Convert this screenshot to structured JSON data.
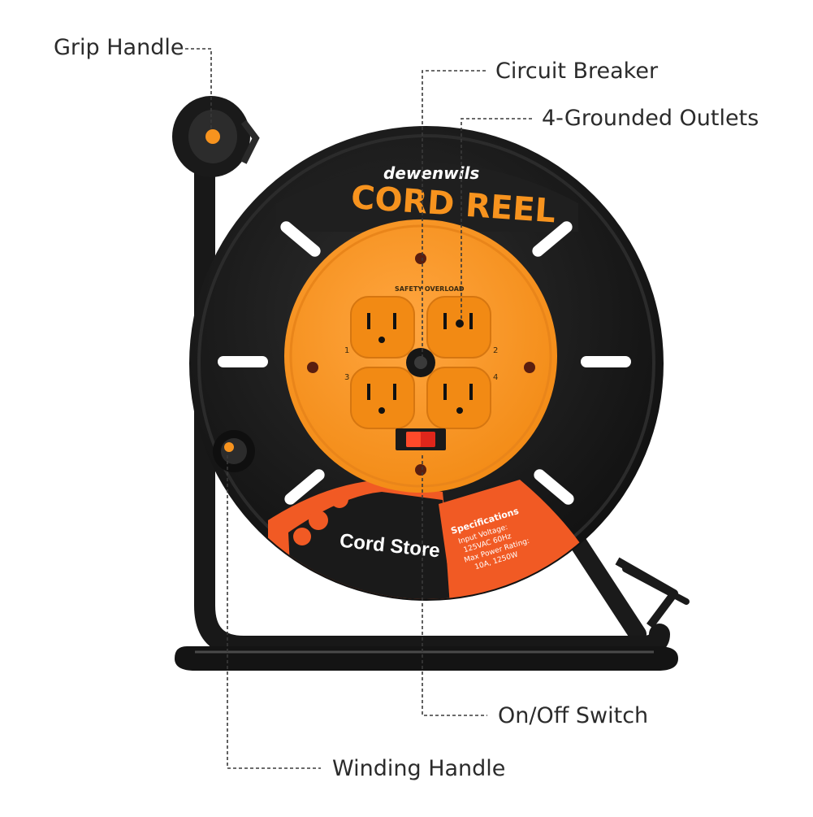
{
  "callouts": {
    "grip_handle": "Grip Handle",
    "circuit_breaker": "Circuit Breaker",
    "grounded_outlets": "4-Grounded Outlets",
    "on_off_switch": "On/Off Switch",
    "winding_handle": "Winding Handle"
  },
  "reel": {
    "brand": "dewenwils",
    "title": "CORD REEL",
    "safety_label": "SAFETY OVERLOAD",
    "outlet_numbers": [
      "1",
      "2",
      "3",
      "4"
    ],
    "storage_label": "Cord Store",
    "specs": {
      "heading": "Specifications",
      "line1": "Input Voltage:",
      "line2": "125VAC 60Hz",
      "line3": "Max Power Rating:",
      "line4": "10A, 1250W"
    }
  },
  "colors": {
    "orange": "#f7931e",
    "deep_orange": "#f15a24",
    "black": "#1c1c1c"
  }
}
